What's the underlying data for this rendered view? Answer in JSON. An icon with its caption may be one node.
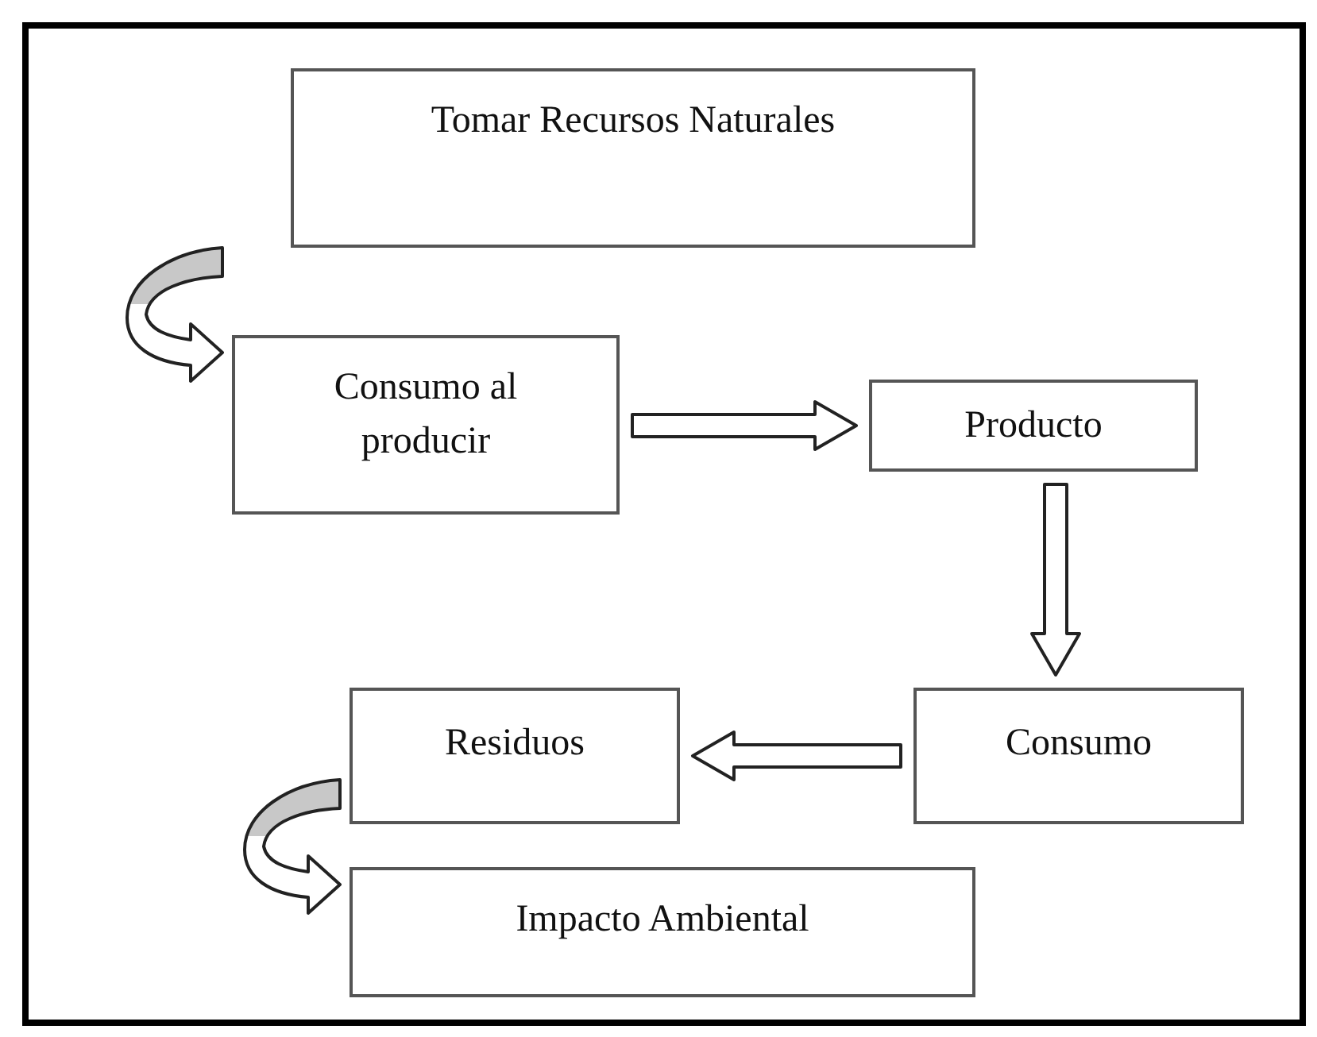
{
  "diagram": {
    "nodes": [
      {
        "text": [
          "Tomar Recursos Naturales"
        ]
      },
      {
        "text": [
          "Consumo al producir"
        ]
      },
      {
        "text": [
          "Producto"
        ]
      },
      {
        "text": [
          "Consumo"
        ]
      },
      {
        "text": [
          "Residuos"
        ]
      },
      {
        "text": [
          "Impacto Ambiental"
        ]
      }
    ],
    "edges": [
      {
        "from": null,
        "to": 1,
        "arrow": "to"
      },
      {
        "from": 1,
        "to": 2,
        "arrow": "to"
      },
      {
        "from": 2,
        "to": 3,
        "arrow": "to"
      },
      {
        "from": 3,
        "to": 4,
        "arrow": "to"
      },
      {
        "from": null,
        "to": 5,
        "arrow": "to"
      }
    ]
  }
}
